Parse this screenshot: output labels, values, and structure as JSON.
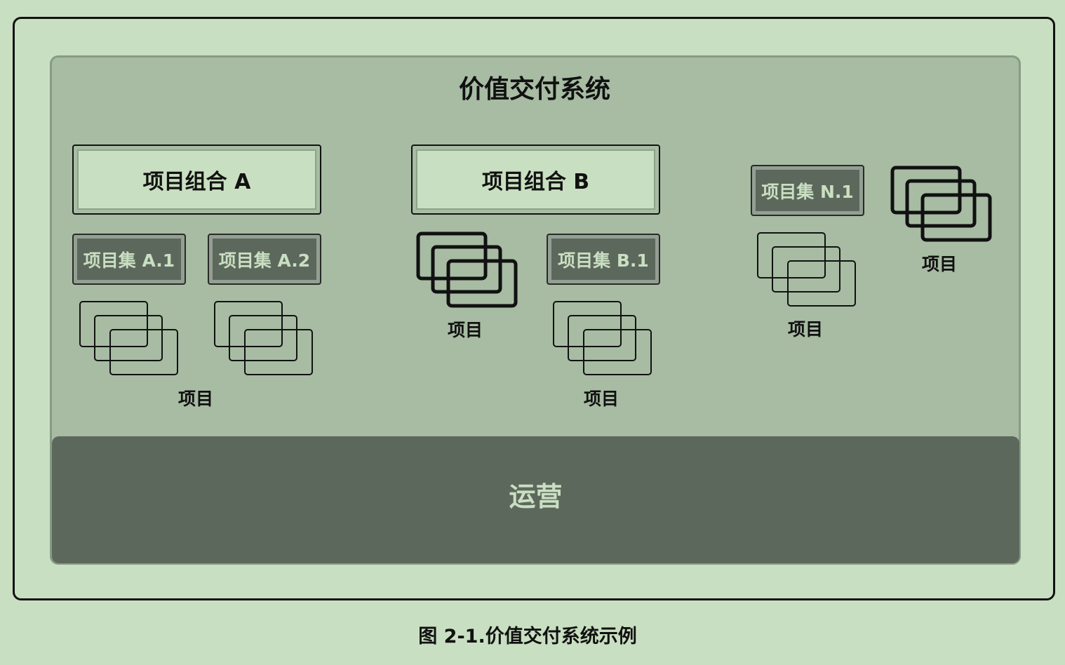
{
  "diagram": {
    "title": "价值交付系统",
    "operations_label": "运营",
    "caption": "图 2-1.价值交付系统示例",
    "portfolios": [
      {
        "label": "项目组合 A"
      },
      {
        "label": "项目组合 B"
      }
    ],
    "programs": [
      {
        "label": "项目集 A.1"
      },
      {
        "label": "项目集 A.2"
      },
      {
        "label": "项目集 B.1"
      },
      {
        "label": "项目集 N.1"
      }
    ],
    "project_label": "项目"
  },
  "colors": {
    "page_background": "#c9dfc1",
    "system_background": "#a7bca3",
    "operations_background": "#5d685d",
    "program_background": "#5d685d",
    "outline": "#121212"
  }
}
